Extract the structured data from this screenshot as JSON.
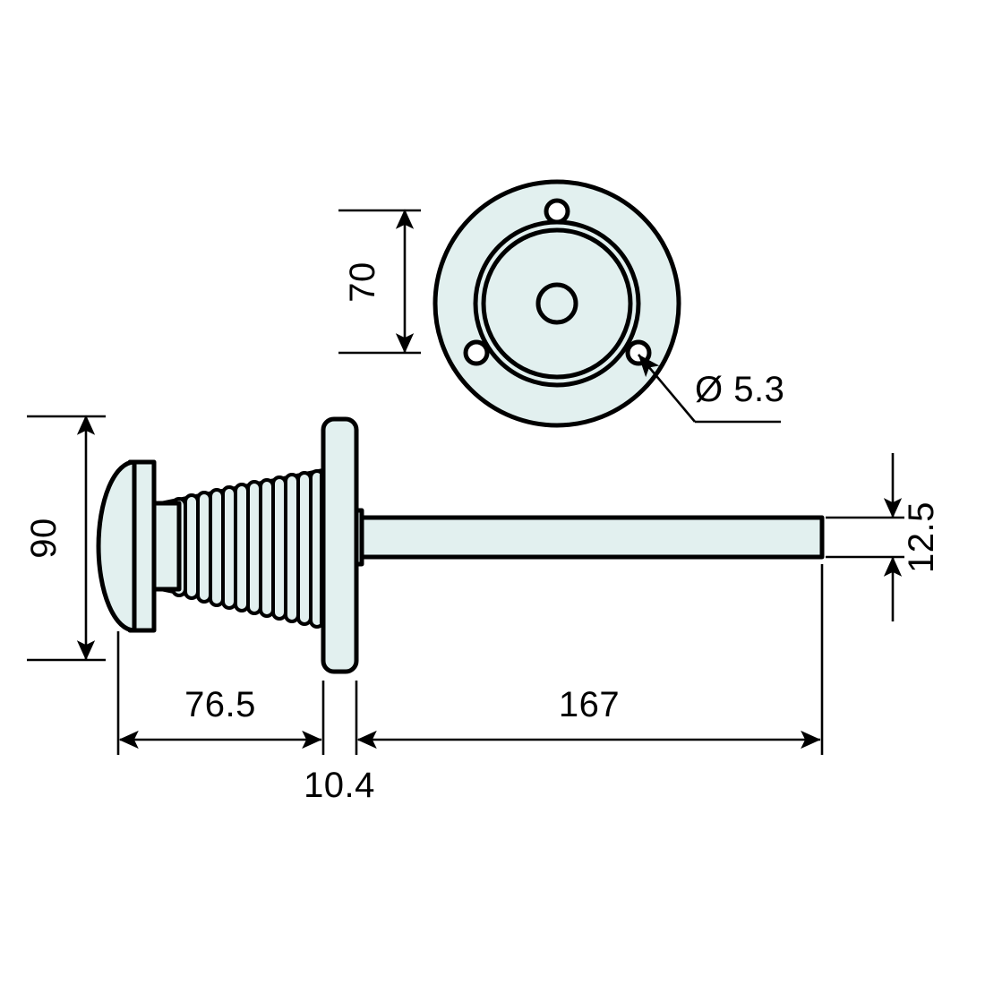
{
  "drawing": {
    "title": "Technical dimensioned drawing of a threaded bellows fastener with mounting flange",
    "background_color": "#ffffff",
    "line_color": "#000000",
    "part_fill_color": "#e2f0ef"
  },
  "views": {
    "front_view": {
      "name": "front-view-circular-flange",
      "description": "Circular mounting flange seen face-on with three mounting holes and two concentric rings plus a central bore",
      "mounting_hole_count": 3,
      "concentric_ring_count": 2,
      "center_bore": true
    },
    "side_view": {
      "name": "side-view-assembly",
      "description": "Side elevation showing domed head, flange disc, tapered bellows/ribbed body, mounting plate, collar and shaft",
      "rib_count": 14
    }
  },
  "dimensions": {
    "bolt_circle_vertical": {
      "label": "70",
      "orientation": "vertical",
      "name": "dimension-70"
    },
    "hole_diameter": {
      "label": "Ø 5.3",
      "orientation": "leader",
      "name": "dimension-hole-diameter"
    },
    "head_height": {
      "label": "90",
      "orientation": "vertical",
      "name": "dimension-90"
    },
    "shaft_thickness": {
      "label": "12.5",
      "orientation": "vertical",
      "name": "dimension-12-5"
    },
    "body_length": {
      "label": "76.5",
      "orientation": "horizontal",
      "name": "dimension-76-5"
    },
    "plate_thickness": {
      "label": "10.4",
      "orientation": "horizontal",
      "name": "dimension-10-4"
    },
    "shaft_length": {
      "label": "167",
      "orientation": "horizontal",
      "name": "dimension-167"
    }
  },
  "chart_data": {
    "type": "table",
    "title": "Dimensioned engineering drawing callouts",
    "categories": [
      "70",
      "Ø 5.3",
      "90",
      "12.5",
      "76.5",
      "10.4",
      "167"
    ],
    "values": [
      70,
      5.3,
      90,
      12.5,
      76.5,
      10.4,
      167
    ],
    "units": "mm",
    "xlabel": "",
    "ylabel": ""
  }
}
